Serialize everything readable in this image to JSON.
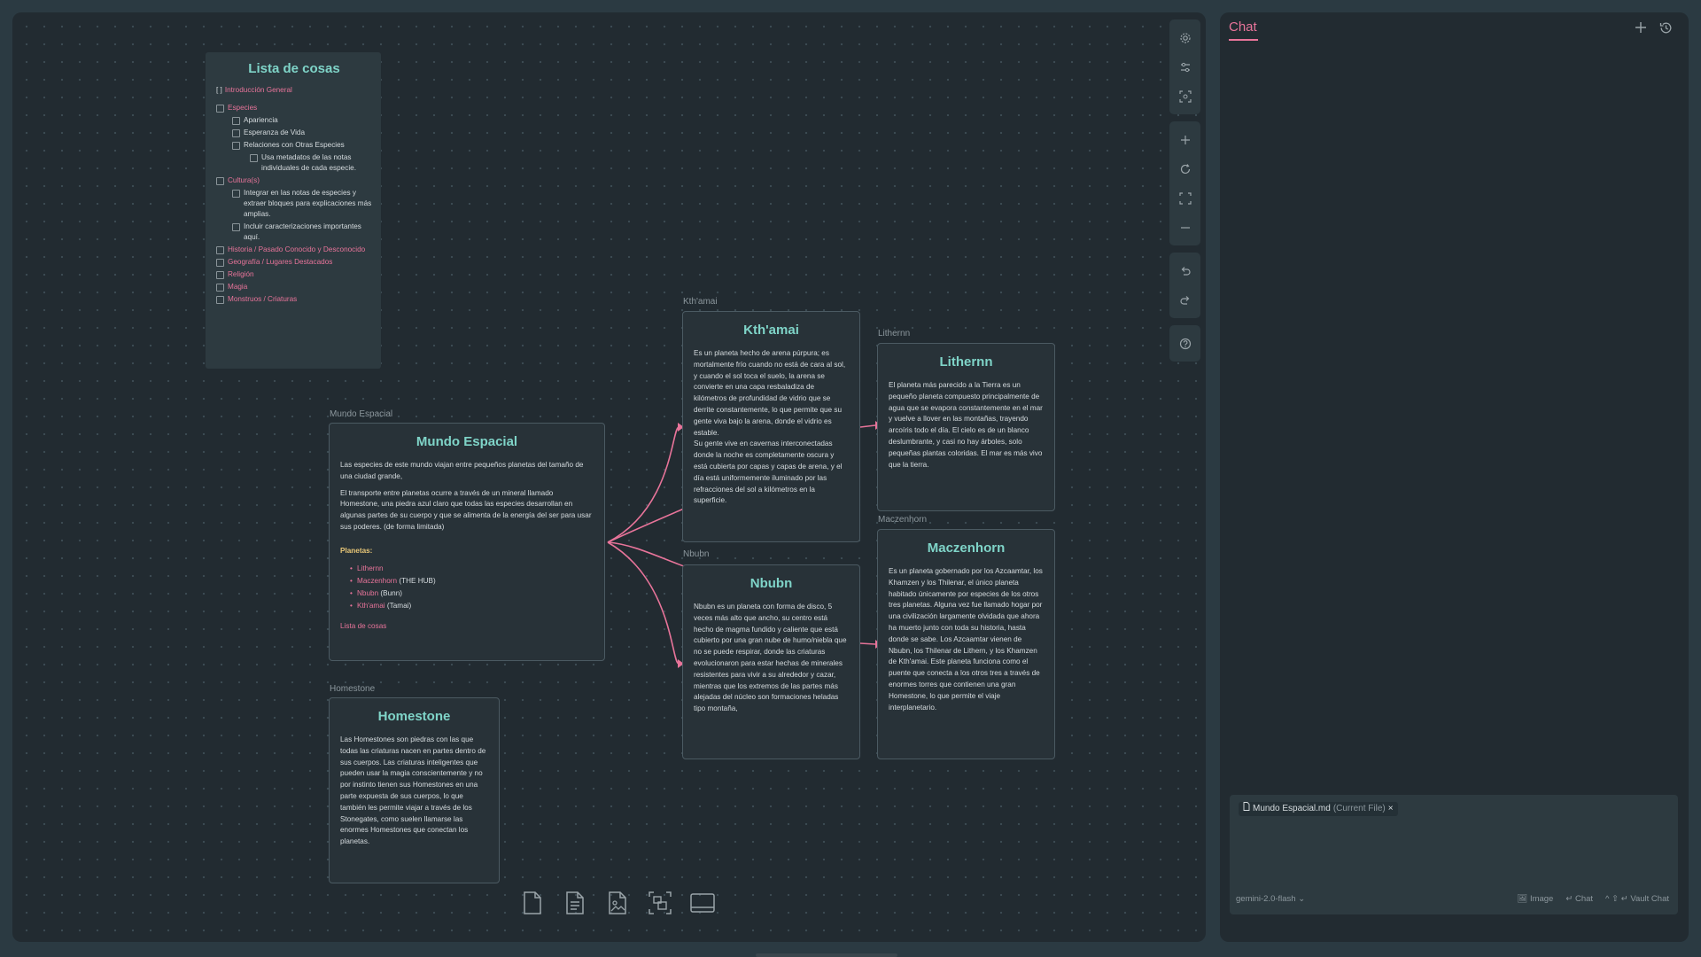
{
  "canvas": {
    "list_card": {
      "title": "Lista de cosas",
      "items": [
        {
          "prefix": "[ ]",
          "text": "Introducción General",
          "link": true,
          "level": 0,
          "checkbox": false
        },
        {
          "text": "Especies",
          "link": true,
          "level": 0,
          "checkbox": true
        },
        {
          "text": "Apariencia",
          "link": false,
          "level": 1,
          "checkbox": true
        },
        {
          "text": "Esperanza de Vida",
          "link": false,
          "level": 1,
          "checkbox": true
        },
        {
          "text": "Relaciones con Otras Especies",
          "link": false,
          "level": 1,
          "checkbox": true
        },
        {
          "text": "Usa metadatos de las notas individuales de cada especie.",
          "link": false,
          "level": 2,
          "checkbox": true
        },
        {
          "text": "Cultura(s)",
          "link": true,
          "level": 0,
          "checkbox": true
        },
        {
          "text": "Integrar en las notas de especies y extraer bloques para explicaciones más amplias.",
          "link": false,
          "level": 1,
          "checkbox": true
        },
        {
          "text": "Incluir caracterizaciones importantes aquí.",
          "link": false,
          "level": 1,
          "checkbox": true
        },
        {
          "text": "Historia / Pasado Conocido y Desconocido",
          "link": true,
          "level": 0,
          "checkbox": true
        },
        {
          "text": "Geografía / Lugares Destacados",
          "link": true,
          "level": 0,
          "checkbox": true
        },
        {
          "text": "Religión",
          "link": true,
          "level": 0,
          "checkbox": true
        },
        {
          "text": "Magia",
          "link": true,
          "level": 0,
          "checkbox": true
        },
        {
          "text": "Monstruos / Criaturas",
          "link": true,
          "level": 0,
          "checkbox": true
        }
      ]
    },
    "mundo": {
      "label": "Mundo Espacial",
      "title": "Mundo Espacial",
      "p1": "Las especies de este mundo viajan entre pequeños planetas del tamaño de una ciudad grande,",
      "p2": "El transporte entre planetas ocurre a través de un mineral llamado Homestone, una piedra azul claro que todas las especies desarrollan en algunas partes de su cuerpo y que se alimenta de la energía del ser para usar sus poderes. (de forma limitada)",
      "planets_heading": "Planetas:",
      "planets": [
        {
          "name": "Lithernn",
          "note": ""
        },
        {
          "name": "Maczenhorn",
          "note": " (THE HUB)"
        },
        {
          "name": "Nbubn",
          "note": " (Bunn)"
        },
        {
          "name": "Kth'amai",
          "note": " (Tamai)"
        }
      ],
      "footer_link": "Lista de cosas"
    },
    "homestone": {
      "label": "Homestone",
      "title": "Homestone",
      "p1": "Las Homestones son piedras con las que todas las criaturas nacen en partes dentro de sus cuerpos. Las criaturas inteligentes que pueden usar la magia conscientemente y no por instinto tienen sus Homestones en una parte expuesta de sus cuerpos, lo que también les permite viajar a través de los Stonegates, como suelen llamarse las enormes Homestones que conectan los planetas."
    },
    "kthamai": {
      "label": "Kth'amai",
      "title": "Kth'amai",
      "p1": "Es un planeta hecho de arena púrpura; es mortalmente frío cuando no está de cara al sol, y cuando el sol toca el suelo, la arena se convierte en una capa resbaladiza de kilómetros de profundidad de vidrio que se derrite constantemente, lo que permite que su gente viva bajo la arena, donde el vidrio es estable.",
      "p2": "Su gente vive en cavernas interconectadas donde la noche es completamente oscura y está cubierta por capas y capas de arena, y el día está uniformemente iluminado por las refracciones del sol a kilómetros en la superficie."
    },
    "lithernn": {
      "label": "Lithernn",
      "title": "Lithernn",
      "p1": "El planeta más parecido a la Tierra es un pequeño planeta compuesto principalmente de agua que se evapora constantemente en el mar y vuelve a llover en las montañas, trayendo arcoíris todo el día. El cielo es de un blanco deslumbrante, y casi no hay árboles, solo pequeñas plantas coloridas. El mar es más vivo que la tierra."
    },
    "nbubn": {
      "label": "Nbubn",
      "title": "Nbubn",
      "p1": "Nbubn es un planeta con forma de disco, 5 veces más alto que ancho, su centro está hecho de magma fundido y caliente que está cubierto por una gran nube de humo/niebla que no se puede respirar, donde las criaturas evolucionaron para estar hechas de minerales resistentes para vivir a su alrededor y cazar, mientras que los extremos de las partes más alejadas del núcleo son formaciones heladas tipo montaña,"
    },
    "maczenhorn": {
      "label": "Maczenhorn",
      "title": "Maczenhorn",
      "p1": "Es un planeta gobernado por los Azcaamtar, los Khamzen y los Thilenar, el único planeta habitado únicamente por especies de los otros tres planetas. Alguna vez fue llamado hogar por una civilización largamente olvidada que ahora ha muerto junto con toda su historia, hasta donde se sabe. Los Azcaamtar vienen de Nbubn, los Thilenar de Lithern, y los Khamzen de Kth'amai. Este planeta funciona como el puente que conecta a los otros tres a través de enormes torres que contienen una gran Homestone, lo que permite el viaje interplanetario."
    }
  },
  "toolbar": {
    "icons": [
      "settings-icon",
      "sliders-icon",
      "scan-icon",
      "zoom-in-icon",
      "reset-icon",
      "fit-icon",
      "zoom-out-icon",
      "undo-icon",
      "redo-icon",
      "help-icon"
    ]
  },
  "bottom_bar": {
    "icons": [
      "new-card-icon",
      "new-note-icon",
      "media-icon",
      "group-icon",
      "frame-icon"
    ]
  },
  "chat": {
    "title": "Chat",
    "file_chip": {
      "name": "Mundo Espacial.md",
      "tag": "(Current File)",
      "close": "×"
    },
    "model": "gemini-2.0-flash",
    "actions": {
      "image": "Image",
      "chat": "Chat",
      "vault": "Vault Chat"
    }
  }
}
